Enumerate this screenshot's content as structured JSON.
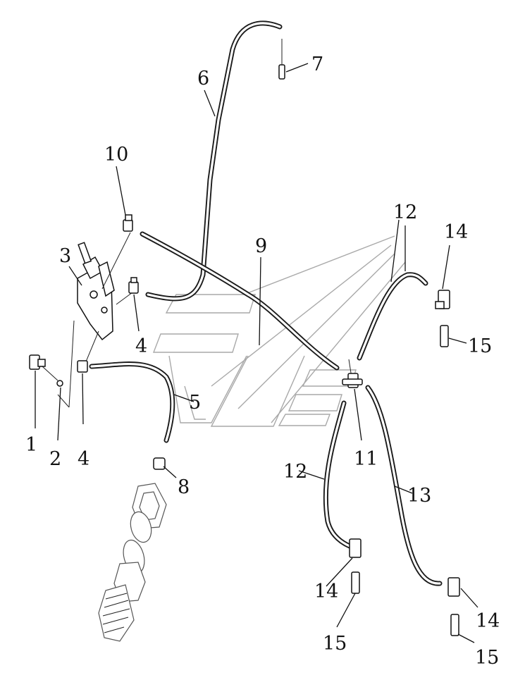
{
  "diagram": {
    "type": "exploded-parts-diagram",
    "callouts": [
      {
        "id": "c1",
        "label": "1"
      },
      {
        "id": "c2",
        "label": "2"
      },
      {
        "id": "c3",
        "label": "3"
      },
      {
        "id": "c4a",
        "label": "4"
      },
      {
        "id": "c4b",
        "label": "4"
      },
      {
        "id": "c5",
        "label": "5"
      },
      {
        "id": "c6",
        "label": "6"
      },
      {
        "id": "c7",
        "label": "7"
      },
      {
        "id": "c8",
        "label": "8"
      },
      {
        "id": "c9",
        "label": "9"
      },
      {
        "id": "c10",
        "label": "10"
      },
      {
        "id": "c11",
        "label": "11"
      },
      {
        "id": "c12a",
        "label": "12"
      },
      {
        "id": "c12b",
        "label": "12"
      },
      {
        "id": "c13",
        "label": "13"
      },
      {
        "id": "c14a",
        "label": "14"
      },
      {
        "id": "c14b",
        "label": "14"
      },
      {
        "id": "c14c",
        "label": "14"
      },
      {
        "id": "c15a",
        "label": "15"
      },
      {
        "id": "c15b",
        "label": "15"
      },
      {
        "id": "c15c",
        "label": "15"
      }
    ]
  }
}
